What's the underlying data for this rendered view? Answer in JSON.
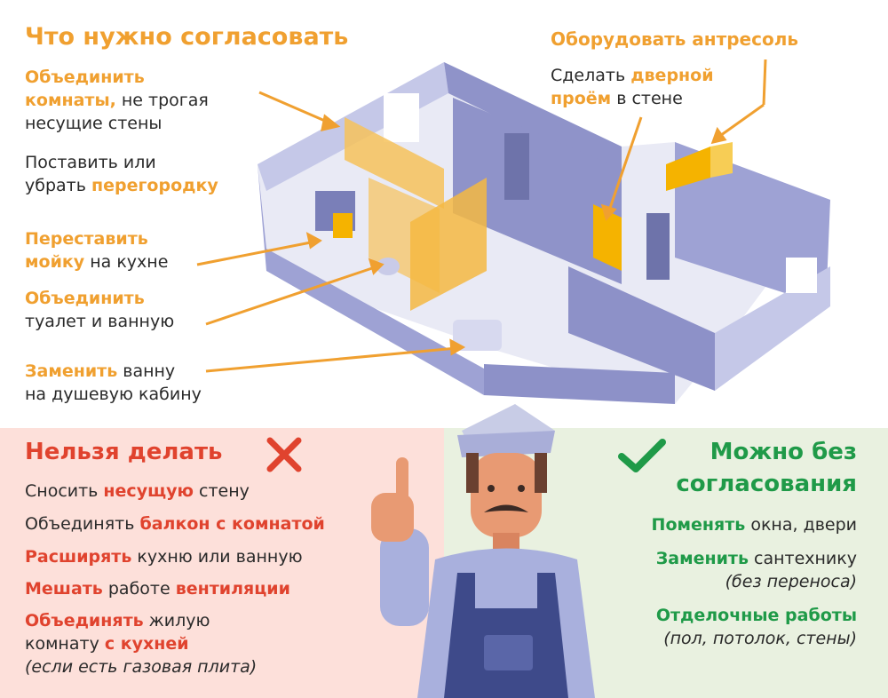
{
  "top": {
    "title": "Что нужно согласовать",
    "items": [
      {
        "hl": "Объединить",
        "hl2": "комнаты,",
        "rest": " не трогая",
        "line3": "несущие стены"
      },
      {
        "pre": "Поставить или",
        "pre2": "убрать ",
        "hl": "перегородку"
      },
      {
        "hl": "Переставить",
        "hl2": "мойку",
        "rest": " на кухне"
      },
      {
        "hl": "Объединить",
        "rest": "туалет и ванную"
      },
      {
        "hl": "Заменить",
        "rest": " ванну",
        "line2": "на душевую кабину"
      }
    ],
    "right_title": "Оборудовать антресоль",
    "right_item": {
      "pre": "Сделать ",
      "hl": "дверной",
      "hl2": "проём",
      "rest": " в стене"
    }
  },
  "forbidden": {
    "title": "Нельзя делать",
    "items": [
      {
        "pre": "Сносить ",
        "hl": "несущую",
        "post": " стену"
      },
      {
        "pre": "Объединять ",
        "hl": "балкон с комнатой",
        "post": ""
      },
      {
        "pre": "",
        "hl": "Расширять",
        "post": " кухню или ванную"
      },
      {
        "pre": "",
        "hl": "Мешать",
        "post": " работе ",
        "hl2": "вентиляции"
      },
      {
        "pre": "",
        "hl": "Объединять",
        "post": " жилую",
        "line2_pre": "комнату ",
        "line2_hl": "с кухней",
        "line3": "(если есть газовая плита)"
      }
    ]
  },
  "allowed": {
    "title1": "Можно без",
    "title2": "согласования",
    "items": [
      {
        "hl": "Поменять",
        "post": " окна, двери"
      },
      {
        "hl": "Заменить",
        "post": " сантехнику",
        "note": "(без переноса)"
      },
      {
        "hl": "Отделочные работы",
        "note": "(пол, потолок, стены)"
      }
    ]
  },
  "colors": {
    "orange": "#f0a030",
    "red": "#e0432e",
    "green": "#1f9a48",
    "wall": "#8e93c9",
    "floor": "#e8e9f4"
  },
  "icons": {
    "cross": "cross-icon",
    "check": "check-icon"
  }
}
